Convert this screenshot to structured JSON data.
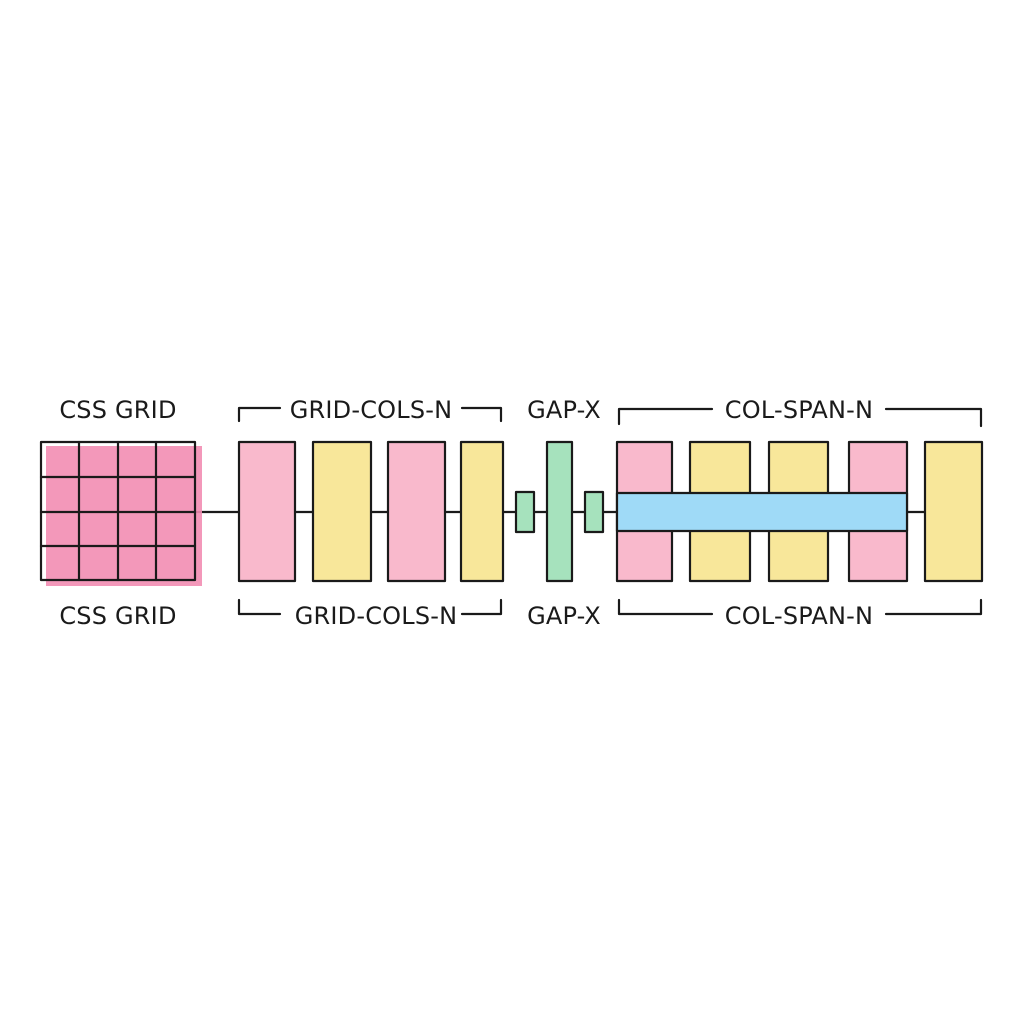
{
  "labels": {
    "css_grid_top": "CSS GRID",
    "css_grid_bottom": "CSS GRID",
    "grid_cols_top": "GRID-COLS-N",
    "grid_cols_bottom": "GRID-COLS-N",
    "gap_top": "GAP-X",
    "gap_bottom": "GAP-X",
    "col_span_top": "COL-SPAN-N",
    "col_span_bottom": "COL-SPAN-N"
  },
  "colors": {
    "pink": "#f9b9cc",
    "pink_dark": "#f28db2",
    "yellow": "#f8e79a",
    "green": "#a6e2bd",
    "blue": "#9fdaf7",
    "ink": "#1a1a1a"
  },
  "grid": {
    "rows": 4,
    "cols": 4
  },
  "grid_cols_column_colors": [
    "pink",
    "yellow",
    "pink",
    "yellow"
  ],
  "col_span_column_colors": [
    "pink",
    "yellow",
    "yellow",
    "pink",
    "yellow"
  ]
}
